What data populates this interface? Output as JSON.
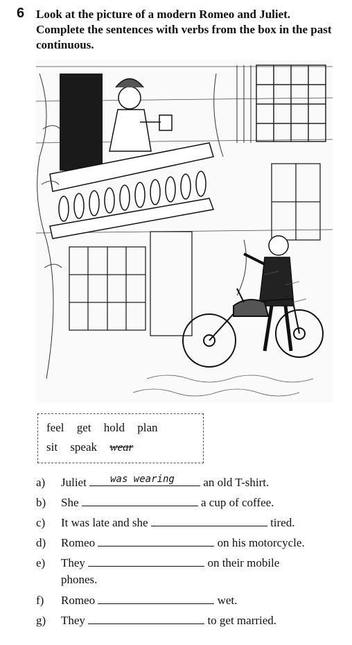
{
  "exercise": {
    "number": "6",
    "instruction": "Look at the picture of a modern Romeo and Juliet. Complete the sentences with verbs from the box in the past continuous."
  },
  "word_box": {
    "row1": [
      "feel",
      "get",
      "hold",
      "plan"
    ],
    "row2": [
      "sit",
      "speak"
    ],
    "example_word": "wear"
  },
  "sentences": [
    {
      "label": "a)",
      "before": "Juliet",
      "answer": "was wearing",
      "after": "an old T-shirt."
    },
    {
      "label": "b)",
      "before": "She",
      "answer": "",
      "after": "a cup of coffee."
    },
    {
      "label": "c)",
      "before": "It was late and she",
      "answer": "",
      "after": "tired."
    },
    {
      "label": "d)",
      "before": "Romeo",
      "answer": "",
      "after": "on his motorcycle."
    },
    {
      "label": "e)",
      "before": "They",
      "answer": "",
      "after": "on their mobile",
      "continuation": "phones."
    },
    {
      "label": "f)",
      "before": "Romeo",
      "answer": "",
      "after": "wet."
    },
    {
      "label": "g)",
      "before": "They",
      "answer": "",
      "after": "to get married."
    }
  ]
}
